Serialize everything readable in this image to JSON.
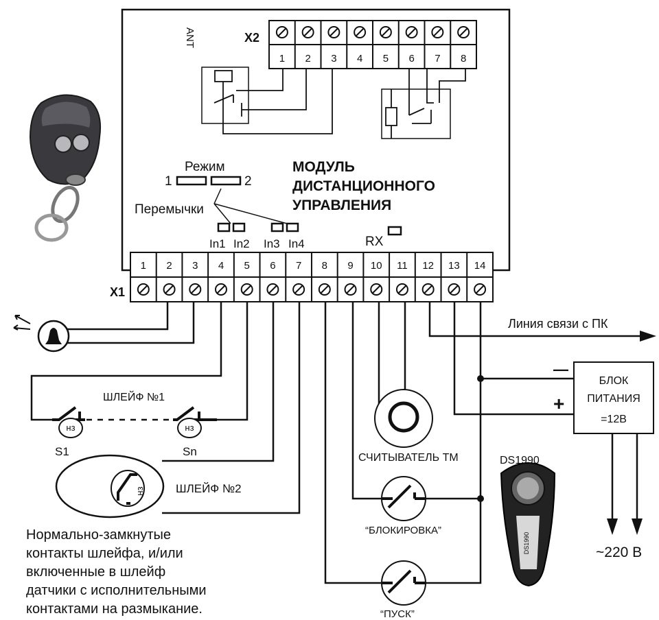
{
  "module": {
    "title_lines": [
      "МОДУЛЬ",
      "ДИСТАНЦИОННОГО",
      "УПРАВЛЕНИЯ"
    ],
    "ant_label": "ANT",
    "mode_label": "Режим",
    "mode_left": "1",
    "mode_right": "2",
    "jumpers_label": "Перемычки",
    "jumper_labels": [
      "In1",
      "In2",
      "In3",
      "In4"
    ],
    "rx_label": "RX"
  },
  "connector_x2": {
    "name": "X2",
    "pins": [
      "1",
      "2",
      "3",
      "4",
      "5",
      "6",
      "7",
      "8"
    ]
  },
  "connector_x1": {
    "name": "X1",
    "pins": [
      "1",
      "2",
      "3",
      "4",
      "5",
      "6",
      "7",
      "8",
      "9",
      "10",
      "11",
      "12",
      "13",
      "14"
    ]
  },
  "pc_line_label": "Линия связи с ПК",
  "power": {
    "lines": [
      "БЛОК",
      "ПИТАНИЯ",
      "=12В"
    ],
    "minus": "—",
    "plus": "+",
    "mains": "~220 В"
  },
  "loop1": {
    "label": "ШЛЕЙФ №1",
    "switch_first": "S1",
    "switch_last": "Sn",
    "contact_mark": "нз"
  },
  "loop2": {
    "label": "ШЛЕЙФ №2",
    "contact_mark": "нз"
  },
  "reader_label": "СЧИТЫВАТЕЛЬ ТМ",
  "key_label": "DS1990",
  "key_body_text": "DS1990",
  "block_label": "“БЛОКИРОВКА”",
  "start_label": "“ПУСК”",
  "note_lines": [
    "Нормально-замкнутые",
    "контакты шлейфа, и/или",
    "включенные в шлейф",
    "датчики с исполнительными",
    "контактами на размыкание."
  ]
}
